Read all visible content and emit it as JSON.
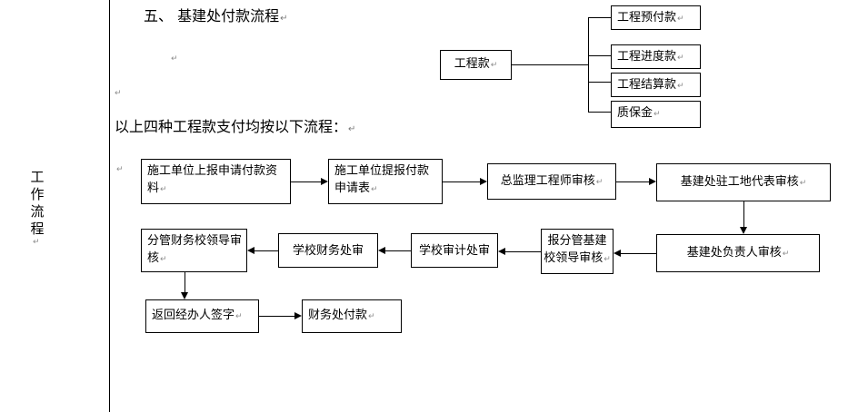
{
  "document": {
    "heading": "五、  基建处付款流程",
    "intro": "以上四种工程款支付均按以下流程：",
    "side_label": "工\n作\n流\n程",
    "pilcrow_glyph": "↵"
  },
  "tree": {
    "root": "工程款",
    "children": [
      "工程预付款",
      "工程进度款",
      "工程结算款",
      "质保金"
    ]
  },
  "flow": {
    "row1": [
      "施工单位上报申请付款资料",
      "施工单位提报付款申请表",
      "总监理工程师审核",
      "基建处驻工地代表审核"
    ],
    "row2": [
      "分管财务校领导审核",
      "学校财务处审",
      "学校审计处审",
      "报分管基建校领导审核",
      "基建处负责人审核"
    ],
    "row3": [
      "返回经办人签字",
      "财务处付款"
    ]
  },
  "colors": {
    "ink": "#000000",
    "pilcrow": "#8c8c8c",
    "page": "#ffffff"
  }
}
